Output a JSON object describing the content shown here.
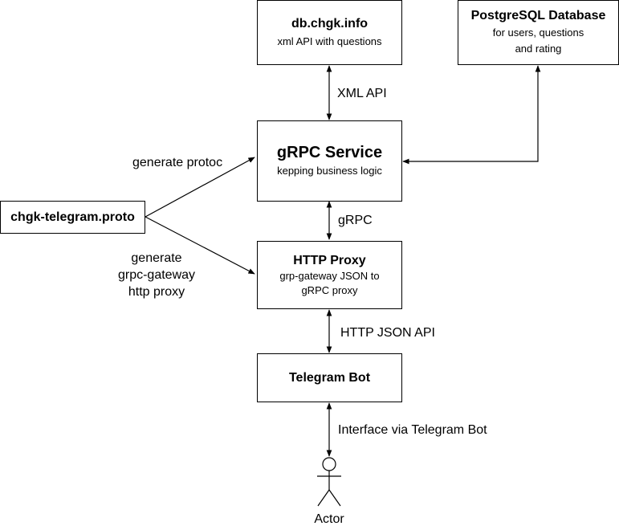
{
  "nodes": {
    "chgk_api": {
      "title": "db.chgk.info",
      "subtitle": [
        "xml API with questions"
      ]
    },
    "postgres": {
      "title": "PostgreSQL Database",
      "subtitle": [
        "for users, questions",
        "and rating"
      ]
    },
    "grpc": {
      "title": "gRPC Service",
      "subtitle": [
        "kepping business logic"
      ]
    },
    "proto": {
      "title": "chgk-telegram.proto"
    },
    "http_proxy": {
      "title": "HTTP Proxy",
      "subtitle": [
        "grp-gateway JSON to",
        "gRPC proxy"
      ]
    },
    "bot": {
      "title": "Telegram Bot"
    },
    "actor": {
      "label": "Actor"
    }
  },
  "edges": {
    "xml_api": "XML API",
    "grpc": "gRPC",
    "http_json": "HTTP JSON API",
    "interface": "Interface via Telegram Bot",
    "gen_protoc": "generate protoc",
    "gen_gateway": [
      "generate",
      "grpc-gateway",
      "http proxy"
    ]
  },
  "colors": {
    "stroke": "#000000",
    "fill": "#ffffff"
  }
}
